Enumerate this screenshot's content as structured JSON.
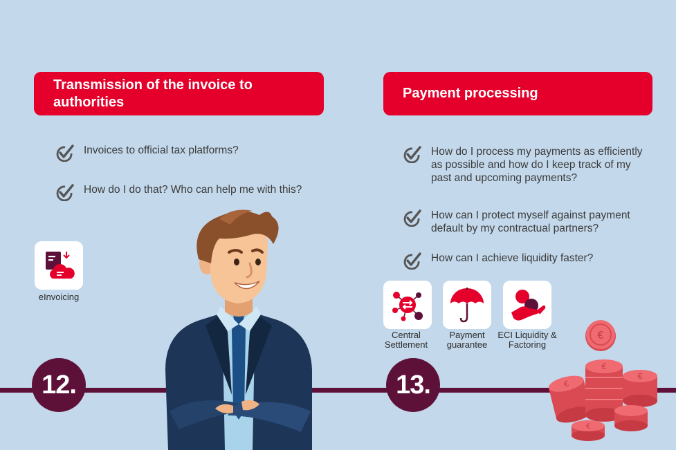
{
  "left": {
    "header": "Transmission of the invoice to authorities",
    "questions": [
      "Invoices to official tax platforms?",
      "How do I do that? Who can help me with this?"
    ],
    "tool": {
      "label": "eInvoicing",
      "icon": "einvoicing-icon"
    },
    "step": "12."
  },
  "right": {
    "header": "Payment processing",
    "questions": [
      "How do I process my payments as efficiently as possible and how do I keep track of my past and upcoming payments?",
      "How can I protect myself against payment default by my contractual partners?",
      "How can I achieve liquidity faster?"
    ],
    "tools": [
      {
        "label": "Central Settlement",
        "icon": "central-settlement-icon"
      },
      {
        "label": "Payment guarantee",
        "icon": "umbrella-icon"
      },
      {
        "label": "ECI Liquidity & Factoring",
        "icon": "hand-coin-icon"
      }
    ],
    "step": "13."
  },
  "colors": {
    "background": "#c3d8eb",
    "accent": "#e4002b",
    "timeline": "#5d1138",
    "text": "#3b3b3b"
  }
}
